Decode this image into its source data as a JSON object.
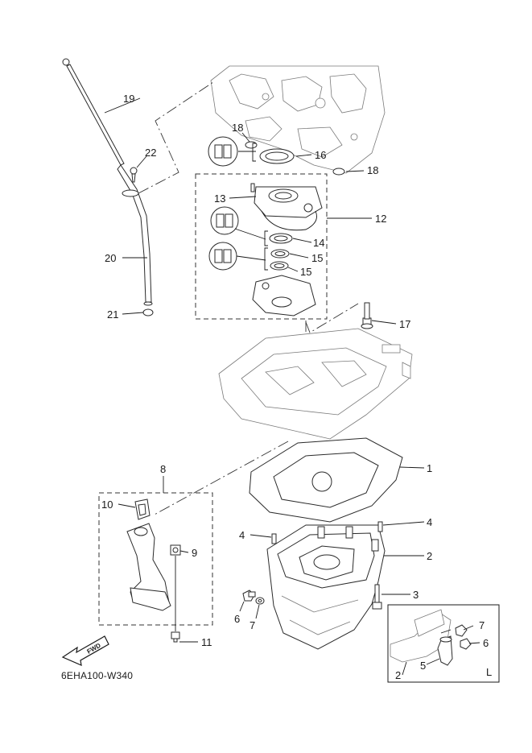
{
  "diagram": {
    "callouts": {
      "c1": "1",
      "c2a": "2",
      "c2b": "2",
      "c3": "3",
      "c4a": "4",
      "c4b": "4",
      "c5": "5",
      "c6a": "6",
      "c6b": "6",
      "c7a": "7",
      "c7b": "7",
      "c8": "8",
      "c9": "9",
      "c10": "10",
      "c11": "11",
      "c12": "12",
      "c13": "13",
      "c14": "14",
      "c15a": "15",
      "c15b": "15",
      "c16": "16",
      "c17": "17",
      "c18a": "18",
      "c18b": "18",
      "c19": "19",
      "c20": "20",
      "c21": "21",
      "c22": "22"
    },
    "fwd_label": "FWD",
    "inset_label": "L",
    "drawing_code": "6EHA100-W340"
  }
}
